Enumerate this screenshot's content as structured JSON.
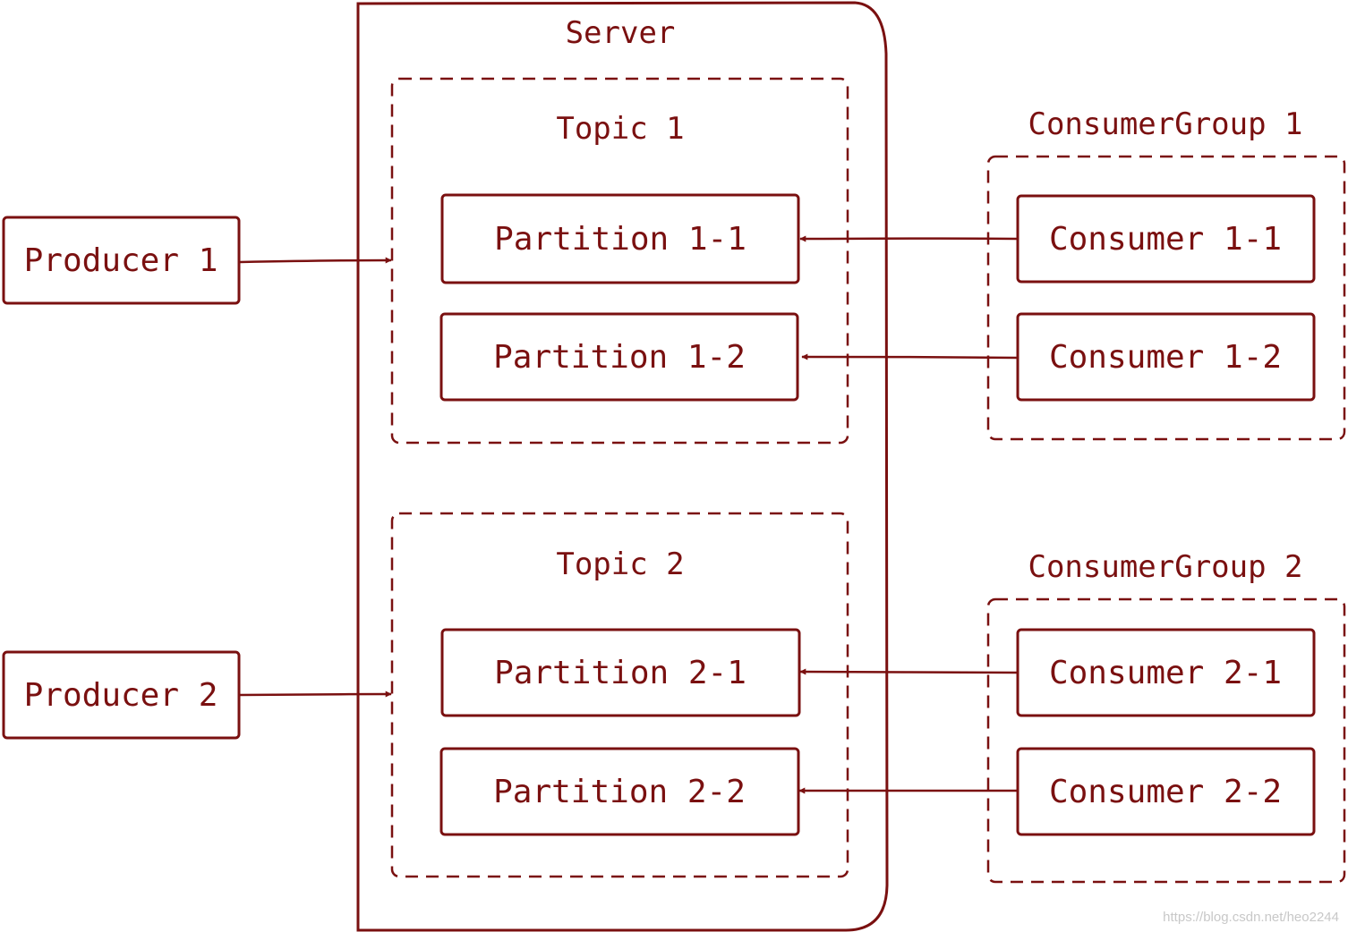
{
  "diagram": {
    "server_label": "Server",
    "topics": [
      {
        "label": "Topic 1",
        "partitions": [
          "Partition 1-1",
          "Partition 1-2"
        ]
      },
      {
        "label": "Topic 2",
        "partitions": [
          "Partition 2-1",
          "Partition 2-2"
        ]
      }
    ],
    "producers": [
      "Producer 1",
      "Producer 2"
    ],
    "consumer_groups": [
      {
        "label": "ConsumerGroup 1",
        "consumers": [
          "Consumer 1-1",
          "Consumer 1-2"
        ]
      },
      {
        "label": "ConsumerGroup 2",
        "consumers": [
          "Consumer 2-1",
          "Consumer 2-2"
        ]
      }
    ],
    "colors": {
      "stroke": "#7a1010",
      "text": "#7a1010",
      "background": "#ffffff"
    }
  },
  "watermark": "https://blog.csdn.net/heo2244"
}
